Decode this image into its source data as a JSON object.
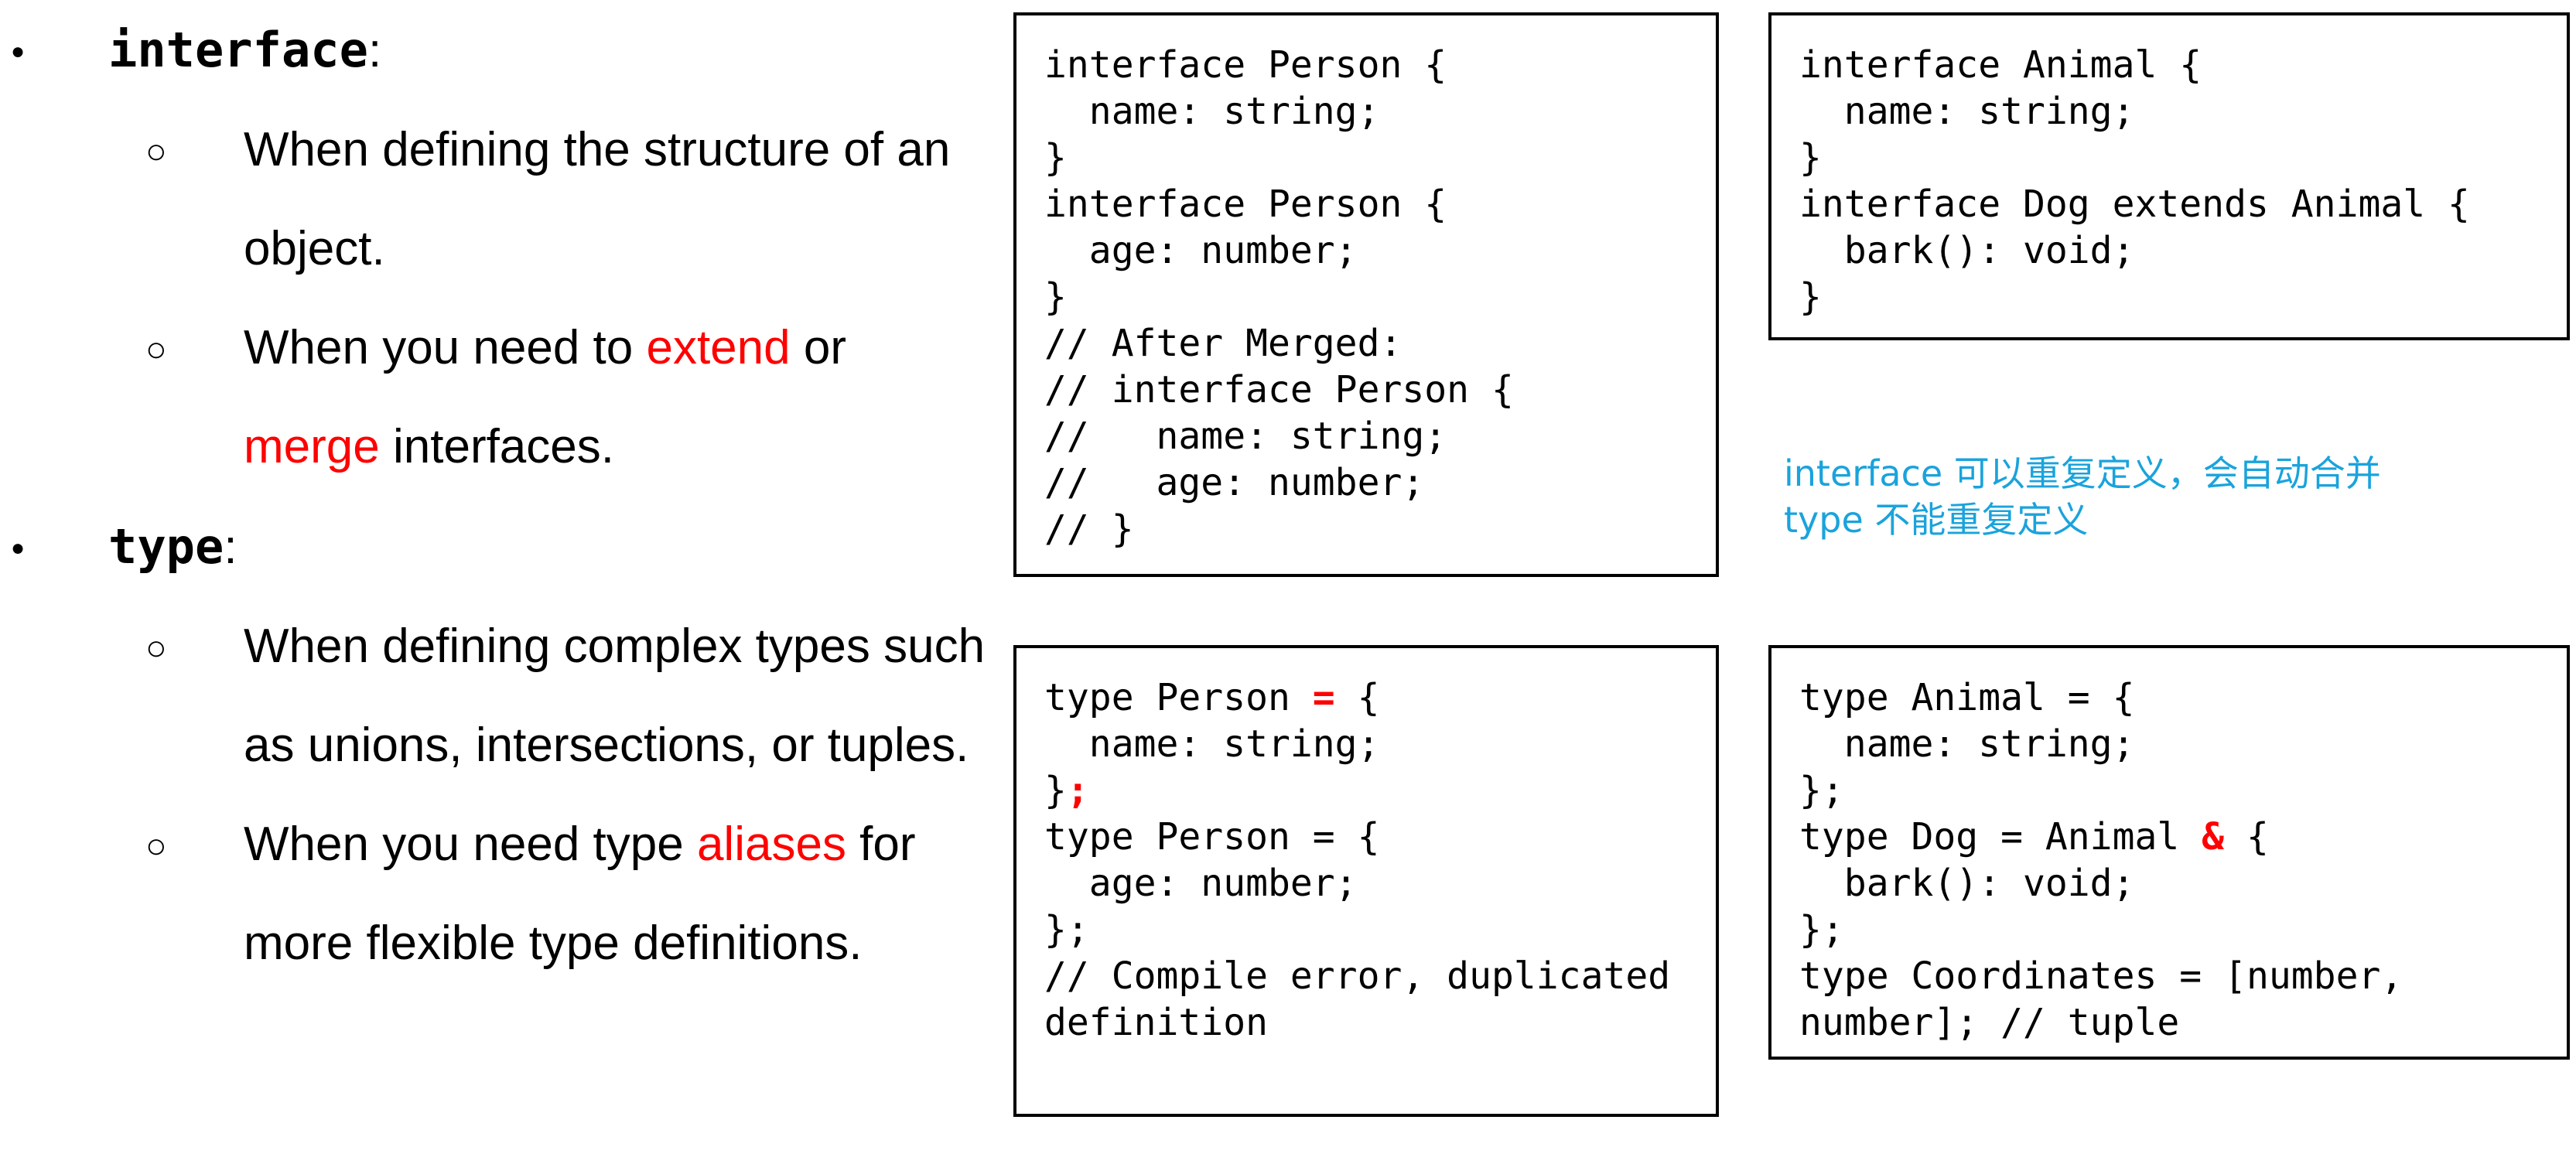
{
  "colors": {
    "emphasis": "#ff0000",
    "note": "#1aa3dc",
    "text": "#000000",
    "border": "#000000"
  },
  "bullets": {
    "l1_glyph": "●",
    "l2_glyph": "○",
    "interface": {
      "term": "interface",
      "colon": ":",
      "items": [
        {
          "line1_a": "When defining the structure of an",
          "line2_a": "object."
        },
        {
          "line1_a": "When you need to ",
          "line1_b": "extend",
          "line1_c": " or",
          "line2_a": "merge",
          "line2_b": " interfaces."
        }
      ]
    },
    "type": {
      "term": "type",
      "colon": ":",
      "items": [
        {
          "line1_a": "When defining complex types such",
          "line2_a": "as unions, intersections, or tuples."
        },
        {
          "line1_a": "When you need type ",
          "line1_b": "aliases",
          "line1_c": " for",
          "line2_a": "more flexible type definitions."
        }
      ]
    }
  },
  "code": {
    "interface_merge": [
      "interface Person {",
      "  name: string;",
      "}",
      "interface Person {",
      "  age: number;",
      "}",
      "// After Merged:",
      "// interface Person {",
      "//   name: string;",
      "//   age: number;",
      "// }"
    ],
    "interface_extend": [
      "interface Animal {",
      "  name: string;",
      "}",
      "interface Dog extends Animal {",
      "  bark(): void;",
      "}"
    ],
    "type_duplicate": {
      "l1_a": "type Person ",
      "l1_b": "=",
      "l1_c": " {",
      "l2": "  name: string;",
      "l3_a": "}",
      "l3_b": ";",
      "l4": "type Person = {",
      "l5": "  age: number;",
      "l6": "};",
      "l7": "// Compile error, duplicated",
      "l8": "definition"
    },
    "type_intersection": {
      "l1": "type Animal = {",
      "l2": "  name: string;",
      "l3": "};",
      "l4_a": "type Dog = Animal ",
      "l4_b": "&",
      "l4_c": " {",
      "l5": "  bark(): void;",
      "l6": "};",
      "l7": "type Coordinates = [number,",
      "l8": "number]; // tuple"
    }
  },
  "note": {
    "line1": "interface 可以重复定义，会自动合并",
    "line2": "type 不能重复定义"
  }
}
